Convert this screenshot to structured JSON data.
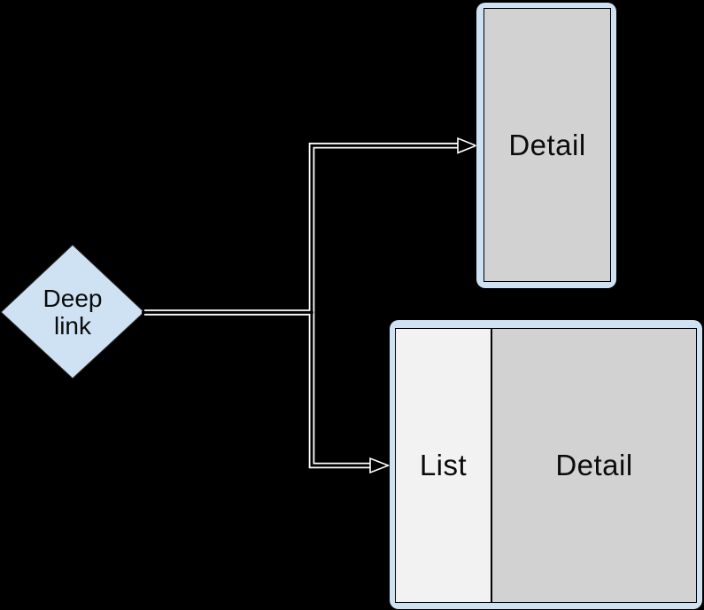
{
  "diagram": {
    "background_color": "#000000",
    "text_color": "#0b0b0b",
    "connector": {
      "casing_color": "#ffffff",
      "core_color": "#000000",
      "arrowhead_style": "hollow-triangle"
    },
    "deep_link_node": {
      "shape": "diamond",
      "fill": "#cfe2f3",
      "border_color": "#1f1f1f",
      "label_line1": "Deep",
      "label_line2": "link"
    },
    "detail_screen_node": {
      "frame_fill": "#cfe2f3",
      "screen_fill": "#d2d2d2",
      "border_color": "#000000",
      "label": "Detail"
    },
    "list_detail_screen_node": {
      "frame_fill": "#cfe2f3",
      "list_fill": "#f2f2f2",
      "detail_fill": "#d2d2d2",
      "border_color": "#000000",
      "list_label": "List",
      "detail_label": "Detail"
    }
  }
}
